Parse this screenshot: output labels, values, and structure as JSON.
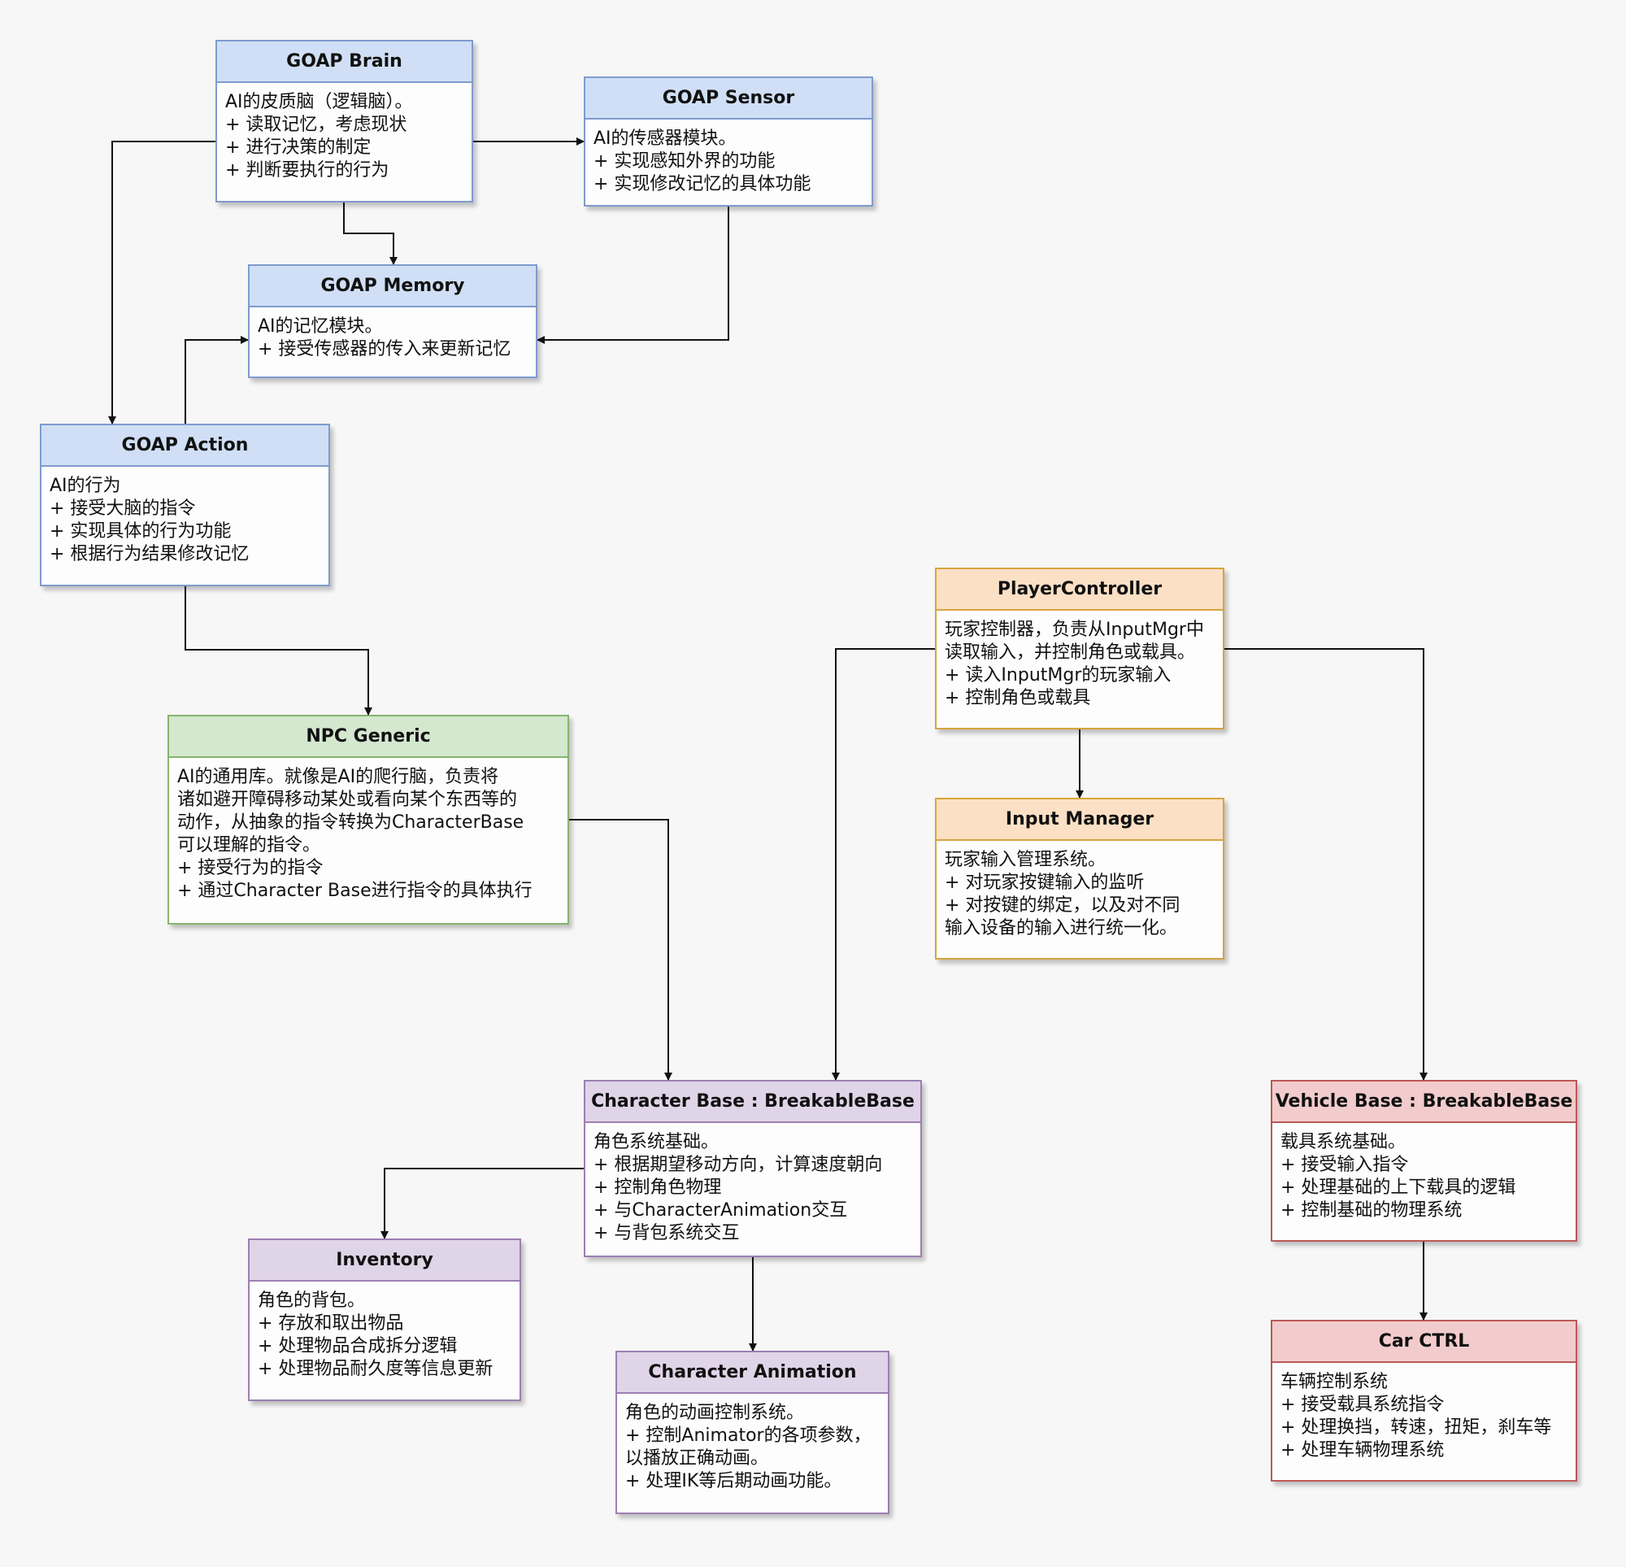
{
  "nodes": {
    "brain": {
      "title": "GOAP Brain",
      "lines": [
        "AI的皮质脑（逻辑脑）。",
        "+ 读取记忆，考虑现状",
        "+ 进行决策的制定",
        "+ 判断要执行的行为"
      ]
    },
    "sensor": {
      "title": "GOAP Sensor",
      "lines": [
        "AI的传感器模块。",
        "+ 实现感知外界的功能",
        "+ 实现修改记忆的具体功能"
      ]
    },
    "memory": {
      "title": "GOAP Memory",
      "lines": [
        "AI的记忆模块。",
        "+ 接受传感器的传入来更新记忆"
      ]
    },
    "action": {
      "title": "GOAP Action",
      "lines": [
        "AI的行为",
        "+ 接受大脑的指令",
        "+ 实现具体的行为功能",
        "+ 根据行为结果修改记忆"
      ]
    },
    "npc": {
      "title": "NPC Generic",
      "lines": [
        "AI的通用库。就像是AI的爬行脑，负责将",
        "诸如避开障碍移动某处或看向某个东西等的",
        "动作，从抽象的指令转换为CharacterBase",
        "可以理解的指令。",
        "+ 接受行为的指令",
        "+ 通过Character Base进行指令的具体执行"
      ]
    },
    "player": {
      "title": "PlayerController",
      "lines": [
        "玩家控制器，负责从InputMgr中",
        "读取输入，并控制角色或载具。",
        "+ 读入InputMgr的玩家输入",
        "+ 控制角色或载具"
      ]
    },
    "input": {
      "title": "Input Manager",
      "lines": [
        "玩家输入管理系统。",
        "+ 对玩家按键输入的监听",
        "+ 对按键的绑定，以及对不同",
        "输入设备的输入进行统一化。"
      ]
    },
    "charbase": {
      "title": "Character Base : BreakableBase",
      "lines": [
        "角色系统基础。",
        "+ 根据期望移动方向，计算速度朝向",
        "+ 控制角色物理",
        "+ 与CharacterAnimation交互",
        "+ 与背包系统交互"
      ]
    },
    "vehicle": {
      "title": "Vehicle Base : BreakableBase",
      "lines": [
        "载具系统基础。",
        "+ 接受输入指令",
        "+ 处理基础的上下载具的逻辑",
        "+ 控制基础的物理系统"
      ]
    },
    "inventory": {
      "title": "Inventory",
      "lines": [
        "角色的背包。",
        "+ 存放和取出物品",
        "+ 处理物品合成拆分逻辑",
        "+ 处理物品耐久度等信息更新"
      ]
    },
    "charanim": {
      "title": "Character Animation",
      "lines": [
        "角色的动画控制系统。",
        "+ 控制Animator的各项参数，",
        "以播放正确动画。",
        "+ 处理IK等后期动画功能。"
      ]
    },
    "car": {
      "title": "Car CTRL",
      "lines": [
        "车辆控制系统",
        "+ 接受载具系统指令",
        "+ 处理换挡，转速，扭矩，刹车等",
        "+ 处理车辆物理系统"
      ]
    }
  },
  "edges": [
    {
      "from": "brain",
      "to": "sensor"
    },
    {
      "from": "brain",
      "to": "memory"
    },
    {
      "from": "brain",
      "to": "action"
    },
    {
      "from": "sensor",
      "to": "memory"
    },
    {
      "from": "action",
      "to": "memory"
    },
    {
      "from": "action",
      "to": "npc"
    },
    {
      "from": "npc",
      "to": "charbase"
    },
    {
      "from": "player",
      "to": "input"
    },
    {
      "from": "player",
      "to": "charbase"
    },
    {
      "from": "player",
      "to": "vehicle"
    },
    {
      "from": "charbase",
      "to": "inventory"
    },
    {
      "from": "charbase",
      "to": "charanim"
    },
    {
      "from": "vehicle",
      "to": "car"
    }
  ],
  "colors": {
    "goap": "#d0dff5",
    "npc": "#d4e7cf",
    "player": "#fbe0c5",
    "character": "#e0d4e8",
    "vehicle": "#f2cccc",
    "edge": "#111111"
  }
}
